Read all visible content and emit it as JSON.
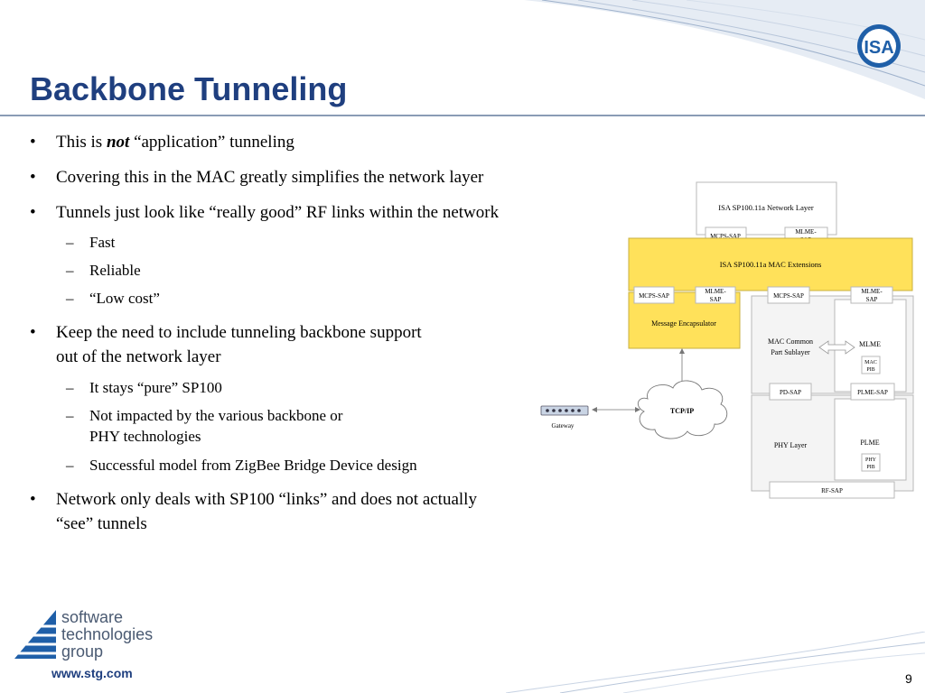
{
  "slide": {
    "title": "Backbone Tunneling",
    "page_number": "9"
  },
  "bullets": [
    {
      "prefix": "This is ",
      "emph": "not",
      "suffix": " “application” tunneling"
    },
    {
      "text": "Covering this in the MAC greatly simplifies the network layer"
    },
    {
      "text": "Tunnels just look like “really good” RF links within the network",
      "subs": [
        "Fast",
        "Reliable",
        "“Low cost”"
      ]
    },
    {
      "line1": "Keep the need to include tunneling backbone support",
      "line2": "out of the network layer",
      "subs": [
        "It stays “pure” SP100",
        "Not impacted by the various backbone or",
        "PHY technologies",
        "Successful model from ZigBee Bridge Device design"
      ]
    },
    {
      "line1": "Network only deals with SP100 “links” and does not actually",
      "line2": "“see” tunnels"
    }
  ],
  "diagram": {
    "network_layer": "ISA SP100.11a Network Layer",
    "mcps_sap": "MCPS-SAP",
    "mlme_sap_1": "MLME-",
    "mlme_sap_2": "SAP",
    "mac_extensions": "ISA SP100.11a MAC Extensions",
    "message_encapsulator": "Message Encapsulator",
    "mac_common_1": "MAC Common",
    "mac_common_2": "Part Sublayer",
    "mlme": "MLME",
    "mac_pib_1": "MAC",
    "mac_pib_2": "PIB",
    "pd_sap": "PD-SAP",
    "plme_sap": "PLME-SAP",
    "phy_layer": "PHY Layer",
    "plme": "PLME",
    "phy_pib_1": "PHY",
    "phy_pib_2": "PIB",
    "rf_sap": "RF-SAP",
    "tcp_ip": "TCP/IP",
    "gateway": "Gateway"
  },
  "logos": {
    "isa": "ISA",
    "stg_line1": "software",
    "stg_line2": "technologies",
    "stg_line3": "group",
    "stg_url": "www.stg.com"
  },
  "colors": {
    "title": "#1f3f7f",
    "mac_extensions_fill": "#ffe15a",
    "logo_blue": "#1f5fa8"
  }
}
